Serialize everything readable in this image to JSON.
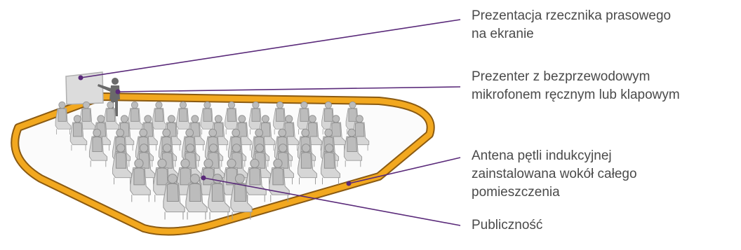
{
  "colors": {
    "loop": "#f2a81f",
    "loop_edge": "#8a5a12",
    "leader_line": "#5a2a7a",
    "label_text": "#4a4a4a",
    "chair": "#d6d6d6",
    "person": "#bcbcbc",
    "presenter": "#6a6a6a",
    "screen": "#dcdcdc"
  },
  "labels": {
    "screen": [
      "Prezentacja rzecznika prasowego",
      "na ekranie"
    ],
    "presenter": [
      "Prezenter z bezprzewodowym",
      "mikrofonem ręcznym lub klapowym"
    ],
    "antenna": [
      "Antena pętli indukcyjnej",
      "zainstalowana wokół całego",
      "pomieszczenia"
    ],
    "audience": [
      "Publiczność"
    ]
  }
}
